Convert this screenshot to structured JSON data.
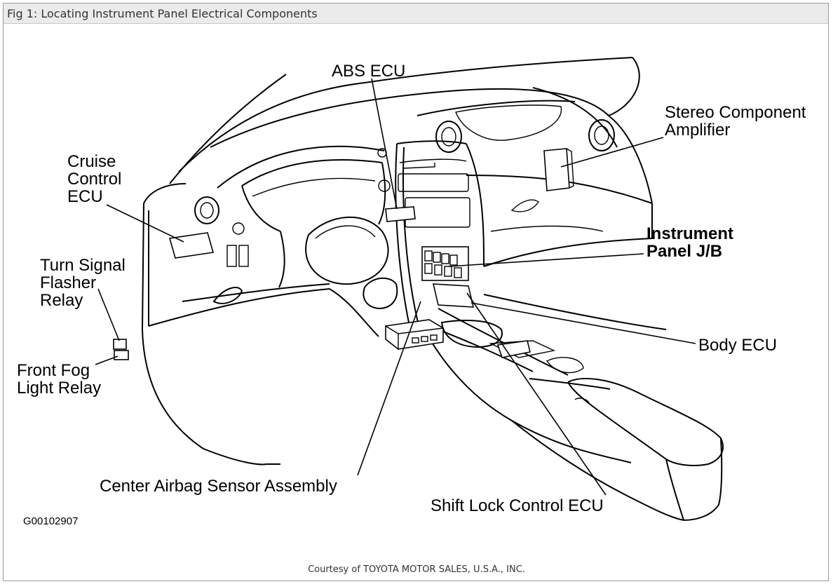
{
  "figure": {
    "title": "Fig 1: Locating Instrument Panel Electrical Components",
    "code": "G00102907",
    "credit": "Courtesy of TOYOTA MOTOR SALES, U.S.A., INC."
  },
  "labels": {
    "abs_ecu": [
      "ABS ECU"
    ],
    "stereo_amp": [
      "Stereo Component",
      "Amplifier"
    ],
    "cruise_ecu": [
      "Cruise",
      "Control",
      "ECU"
    ],
    "instrument_jb": [
      "Instrument",
      "Panel J/B"
    ],
    "turn_signal": [
      "Turn Signal",
      "Flasher",
      "Relay"
    ],
    "fog_relay": [
      "Front Fog",
      "Light Relay"
    ],
    "body_ecu": [
      "Body ECU"
    ],
    "airbag_sensor": [
      "Center Airbag Sensor Assembly"
    ],
    "shift_lock": [
      "Shift Lock Control ECU"
    ]
  }
}
